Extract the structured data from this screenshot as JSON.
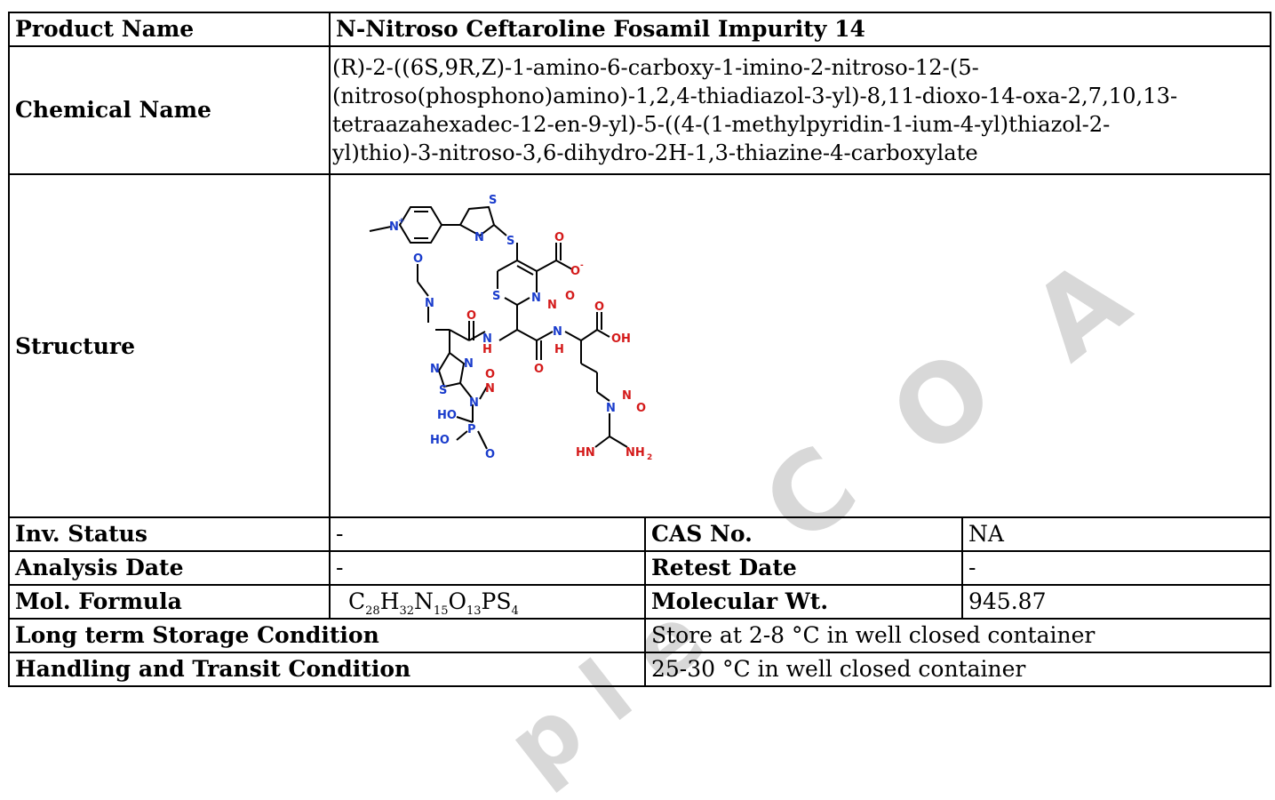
{
  "watermark": {
    "c1": "C",
    "o": "O",
    "a": "A",
    "bottom": "p l e"
  },
  "product": {
    "label": "Product Name",
    "value": "N-Nitroso Ceftaroline Fosamil Impurity 14"
  },
  "chemical": {
    "label": "Chemical Name",
    "lines": [
      "(R)-2-((6S,9R,Z)-1-amino-6-carboxy-1-imino-2-nitroso-12-(5-",
      "(nitroso(phosphono)amino)-1,2,4-thiadiazol-3-yl)-8,11-dioxo-14-oxa-2,7,10,13-",
      "tetraazahexadec-12-en-9-yl)-5-((4-(1-methylpyridin-1-ium-4-yl)thiazol-2-",
      "yl)thio)-3-nitroso-3,6-dihydro-2H-1,3-thiazine-4-carboxylate"
    ]
  },
  "structure": {
    "label": "Structure",
    "atoms": {
      "n_plus": "N",
      "charge": "+",
      "s1": "S",
      "n1": "N",
      "s2": "S",
      "o1": "O",
      "o_minus": "O",
      "minus": "-",
      "s3": "S",
      "n2": "N",
      "n3": "N",
      "o2": "O",
      "o3": "O",
      "n4": "N",
      "o4": "O",
      "nh1": "N",
      "h1": "H",
      "o5": "O",
      "n5": "N",
      "h2": "H",
      "o6": "O",
      "oh1": "OH",
      "n6": "N",
      "n7": "N",
      "s4": "S",
      "n8": "N",
      "n9": "N",
      "o7": "O",
      "ho1": "HO",
      "ho2": "HO",
      "p": "P",
      "o8": "O",
      "n10": "N",
      "n11": "N",
      "o9": "O",
      "hn": "HN",
      "nh2": "NH",
      "two": "2"
    }
  },
  "inv_status": {
    "label": "Inv. Status",
    "value": "-"
  },
  "cas": {
    "label": "CAS No.",
    "value": "NA"
  },
  "analysis_date": {
    "label": "Analysis Date",
    "value": "-"
  },
  "retest_date": {
    "label": "Retest Date",
    "value": "-"
  },
  "formula": {
    "label": "Mol. Formula",
    "parts": [
      {
        "el": "C",
        "n": "28"
      },
      {
        "el": "H",
        "n": "32"
      },
      {
        "el": "N",
        "n": "15"
      },
      {
        "el": "O",
        "n": "13"
      },
      {
        "el": "P",
        "n": ""
      },
      {
        "el": "S",
        "n": "4"
      }
    ]
  },
  "mol_wt": {
    "label": "Molecular Wt.",
    "value": "945.87"
  },
  "long_term": {
    "label": "Long term Storage Condition",
    "value": "Store at 2-8 °C in well closed container"
  },
  "handling": {
    "label": "Handling and Transit Condition",
    "value": "25-30 °C in well closed container"
  }
}
